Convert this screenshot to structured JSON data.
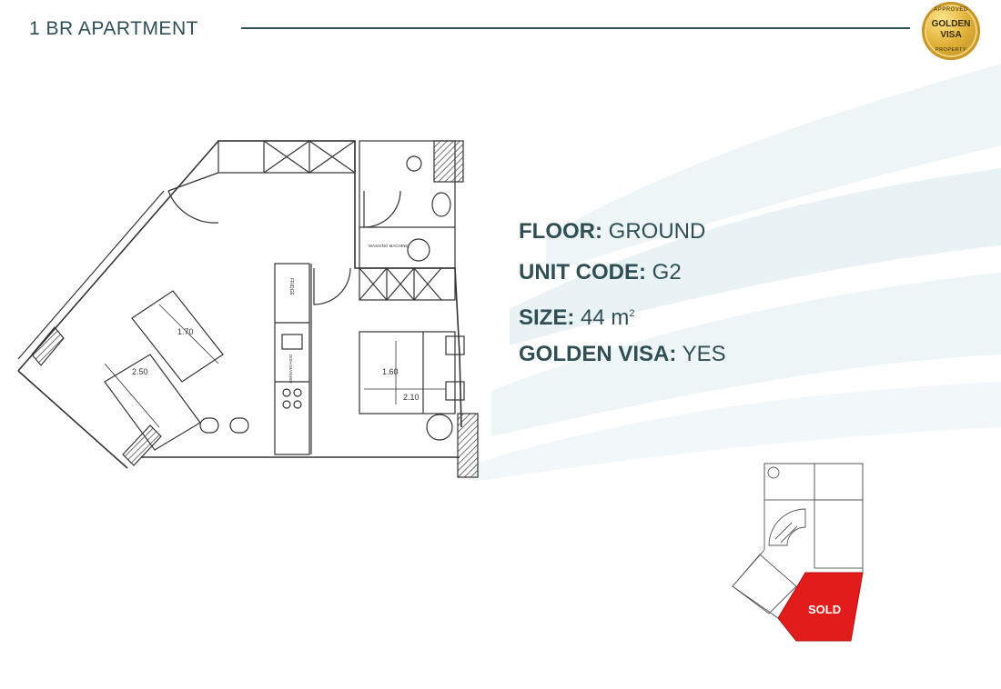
{
  "header": {
    "title": "1 BR APARTMENT"
  },
  "badge": {
    "top_text": "APPROVED",
    "line1": "GOLDEN",
    "line2": "VISA",
    "bottom_text": "PROPERTY",
    "color": "#d4a332"
  },
  "floorplan": {
    "dim_living_w": "1.70",
    "dim_living_h": "2.50",
    "dim_bed_h": "1.60",
    "dim_bed_w": "2.10",
    "fridge_label": "FRIDGE",
    "washer_label": "WASHING MACHINE",
    "dishwasher_label": "DISH WASHER"
  },
  "info": {
    "floor_label": "FLOOR:",
    "floor_value": "GROUND",
    "unit_label": "UNIT CODE:",
    "unit_value": "G2",
    "size_label": "SIZE:",
    "size_value": "44 m",
    "size_sup": "2",
    "visa_label": "GOLDEN VISA:",
    "visa_value": "YES"
  },
  "keyplan": {
    "status": "SOLD",
    "status_color": "#e21b1b"
  },
  "colors": {
    "text": "#2f4f55",
    "wave": "#e6f1f4"
  }
}
